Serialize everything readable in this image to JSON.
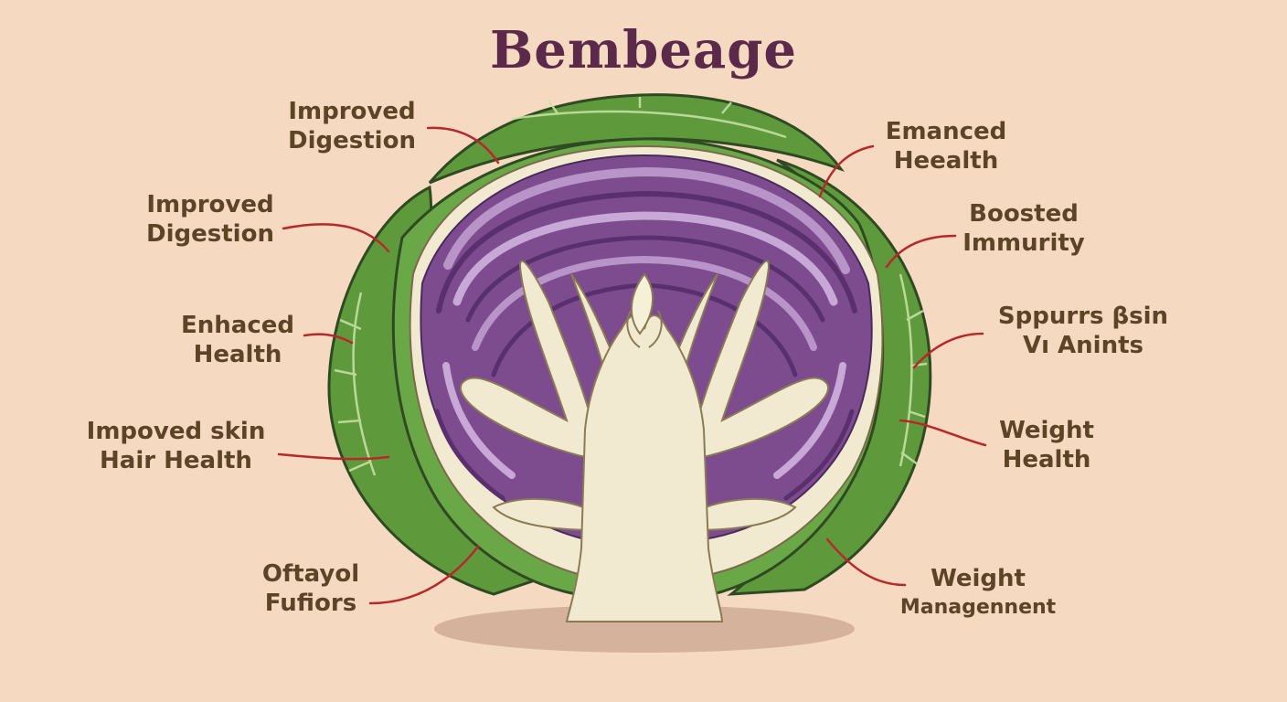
{
  "title": "Bembeage",
  "labels": {
    "l1": [
      "Improved",
      "Digestion"
    ],
    "l2": [
      "Improved",
      "Digestion"
    ],
    "l3": [
      "Enhaced",
      "Health"
    ],
    "l4": [
      "Impoved skin",
      "Hair Health"
    ],
    "l5": [
      "Oftayol",
      "Fufiors"
    ],
    "r1": [
      "Emanced",
      "Heealth"
    ],
    "r2": [
      "Boosted",
      "Immurity"
    ],
    "r3": [
      "Sppurrs βsin",
      "Vı Anints"
    ],
    "r4": [
      "Weight",
      "Health"
    ],
    "r5": [
      "Weight",
      "Managennent"
    ]
  },
  "colors": {
    "background": "#f5d9c1",
    "title": "#5b2a4a",
    "label_text": "#5c4427",
    "leader_line": "#b8282a",
    "leaf_green": "#5e9a3c",
    "purple": "#7d4c8f",
    "core_cream": "#f2ead0"
  }
}
